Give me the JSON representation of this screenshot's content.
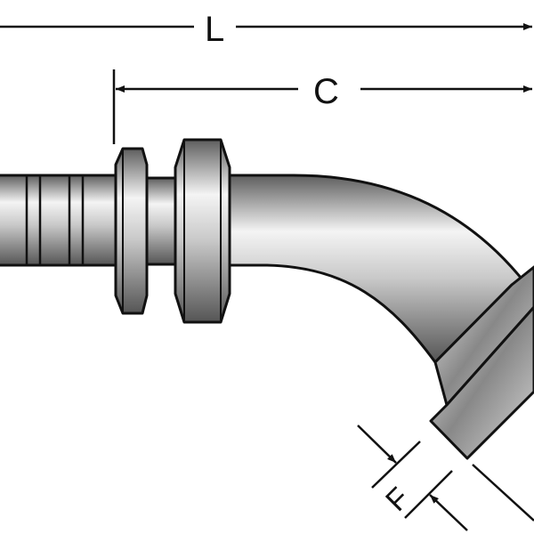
{
  "diagram": {
    "dimensions": [
      {
        "id": "L",
        "label": "L"
      },
      {
        "id": "C",
        "label": "C"
      },
      {
        "id": "F",
        "label": "F"
      }
    ],
    "colors": {
      "outline": "#111111",
      "metal_light": "#f2f2f2",
      "metal_dark": "#6e6e6e"
    }
  }
}
